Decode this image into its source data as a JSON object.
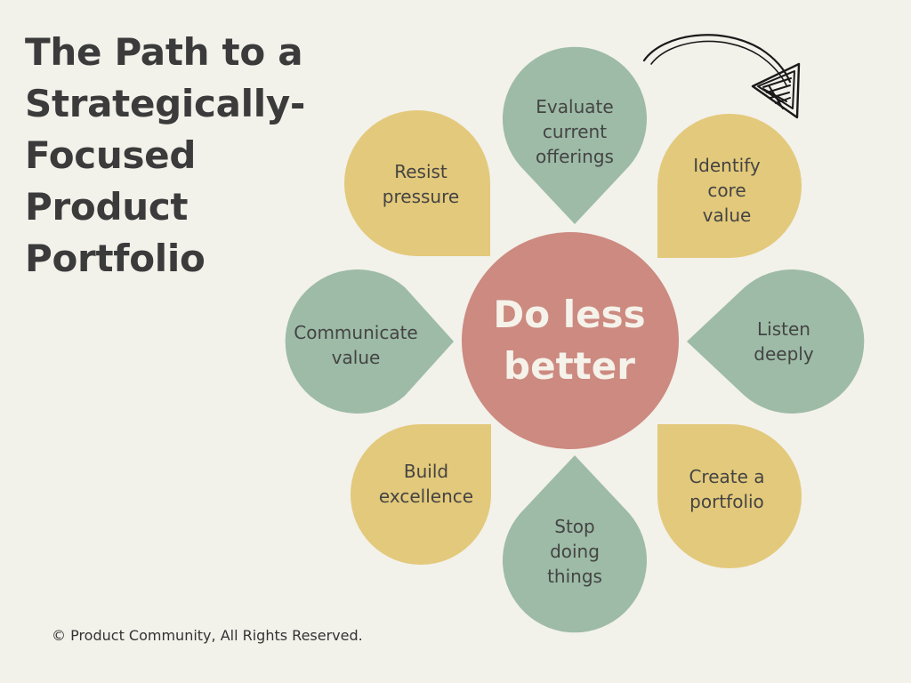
{
  "title": "The Path to a\nStrategically-\nFocused\nProduct\nPortfolio",
  "center": {
    "label": "Do less\nbetter",
    "color": "#cc8a80"
  },
  "petals": [
    {
      "label": "Evaluate\ncurrent\nofferings",
      "color": "#9dbba6"
    },
    {
      "label": "Identify\ncore\nvalue",
      "color": "#e3c97b"
    },
    {
      "label": "Listen\ndeeply",
      "color": "#9dbba6"
    },
    {
      "label": "Create a\nportfolio",
      "color": "#e3c97b"
    },
    {
      "label": "Stop\ndoing\nthings",
      "color": "#9dbba6"
    },
    {
      "label": "Build\nexcellence",
      "color": "#e3c97b"
    },
    {
      "label": "Communicate\nvalue",
      "color": "#9dbba6"
    },
    {
      "label": "Resist\npressure",
      "color": "#e3c97b"
    }
  ],
  "footer": "© Product Community, All Rights Reserved.",
  "arrow": {
    "icon": "curved-arrow-icon",
    "color": "#1a1a1a"
  }
}
